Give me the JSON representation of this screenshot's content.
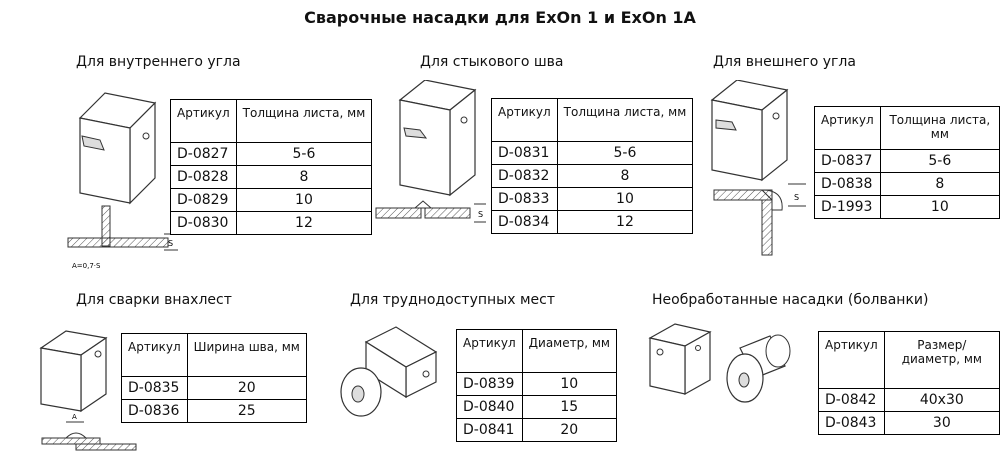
{
  "title": "Сварочные насадки для ExOn 1 и ExOn 1A",
  "sections": [
    {
      "title": "Для внутреннего угла",
      "diagram_label": "A=0,7·S",
      "diagram_mark": "S",
      "headers": [
        "Артикул",
        "Толщина листа, мм"
      ],
      "rows": [
        [
          "D-0827",
          "5-6"
        ],
        [
          "D-0828",
          "8"
        ],
        [
          "D-0829",
          "10"
        ],
        [
          "D-0830",
          "12"
        ]
      ]
    },
    {
      "title": "Для стыкового шва",
      "diagram_mark": "S",
      "headers": [
        "Артикул",
        "Толщина листа, мм"
      ],
      "rows": [
        [
          "D-0831",
          "5-6"
        ],
        [
          "D-0832",
          "8"
        ],
        [
          "D-0833",
          "10"
        ],
        [
          "D-0834",
          "12"
        ]
      ]
    },
    {
      "title": "Для внешнего угла",
      "diagram_mark": "S",
      "headers": [
        "Артикул",
        "Толщина листа, мм"
      ],
      "rows": [
        [
          "D-0837",
          "5-6"
        ],
        [
          "D-0838",
          "8"
        ],
        [
          "D-1993",
          "10"
        ]
      ]
    },
    {
      "title": "Для сварки внахлест",
      "diagram_mark": "A",
      "headers": [
        "Артикул",
        "Ширина шва, мм"
      ],
      "rows": [
        [
          "D-0835",
          "20"
        ],
        [
          "D-0836",
          "25"
        ]
      ]
    },
    {
      "title": "Для труднодоступных мест",
      "headers": [
        "Артикул",
        "Диаметр, мм"
      ],
      "rows": [
        [
          "D-0839",
          "10"
        ],
        [
          "D-0840",
          "15"
        ],
        [
          "D-0841",
          "20"
        ]
      ]
    },
    {
      "title": "Необработанные насадки (болванки)",
      "headers": [
        "Артикул",
        "Размер/ диаметр, мм"
      ],
      "rows": [
        [
          "D-0842",
          "40x30"
        ],
        [
          "D-0843",
          "30"
        ]
      ]
    }
  ]
}
